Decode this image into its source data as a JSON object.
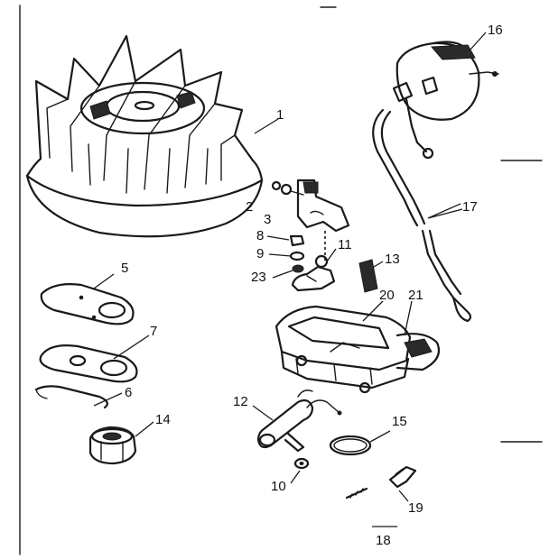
{
  "callouts": [
    {
      "key": "c1",
      "text": "1"
    },
    {
      "key": "c2",
      "text": "2"
    },
    {
      "key": "c3",
      "text": "3"
    },
    {
      "key": "c5",
      "text": "5"
    },
    {
      "key": "c6",
      "text": "6"
    },
    {
      "key": "c7",
      "text": "7"
    },
    {
      "key": "c8",
      "text": "8"
    },
    {
      "key": "c9",
      "text": "9"
    },
    {
      "key": "c10",
      "text": "10"
    },
    {
      "key": "c11",
      "text": "11"
    },
    {
      "key": "c12",
      "text": "12"
    },
    {
      "key": "c13",
      "text": "13"
    },
    {
      "key": "c14",
      "text": "14"
    },
    {
      "key": "c15",
      "text": "15"
    },
    {
      "key": "c16",
      "text": "16"
    },
    {
      "key": "c17",
      "text": "17"
    },
    {
      "key": "c18",
      "text": "18"
    },
    {
      "key": "c19",
      "text": "19"
    },
    {
      "key": "c20",
      "text": "20"
    },
    {
      "key": "c21",
      "text": "21"
    },
    {
      "key": "c23",
      "text": "23"
    }
  ]
}
